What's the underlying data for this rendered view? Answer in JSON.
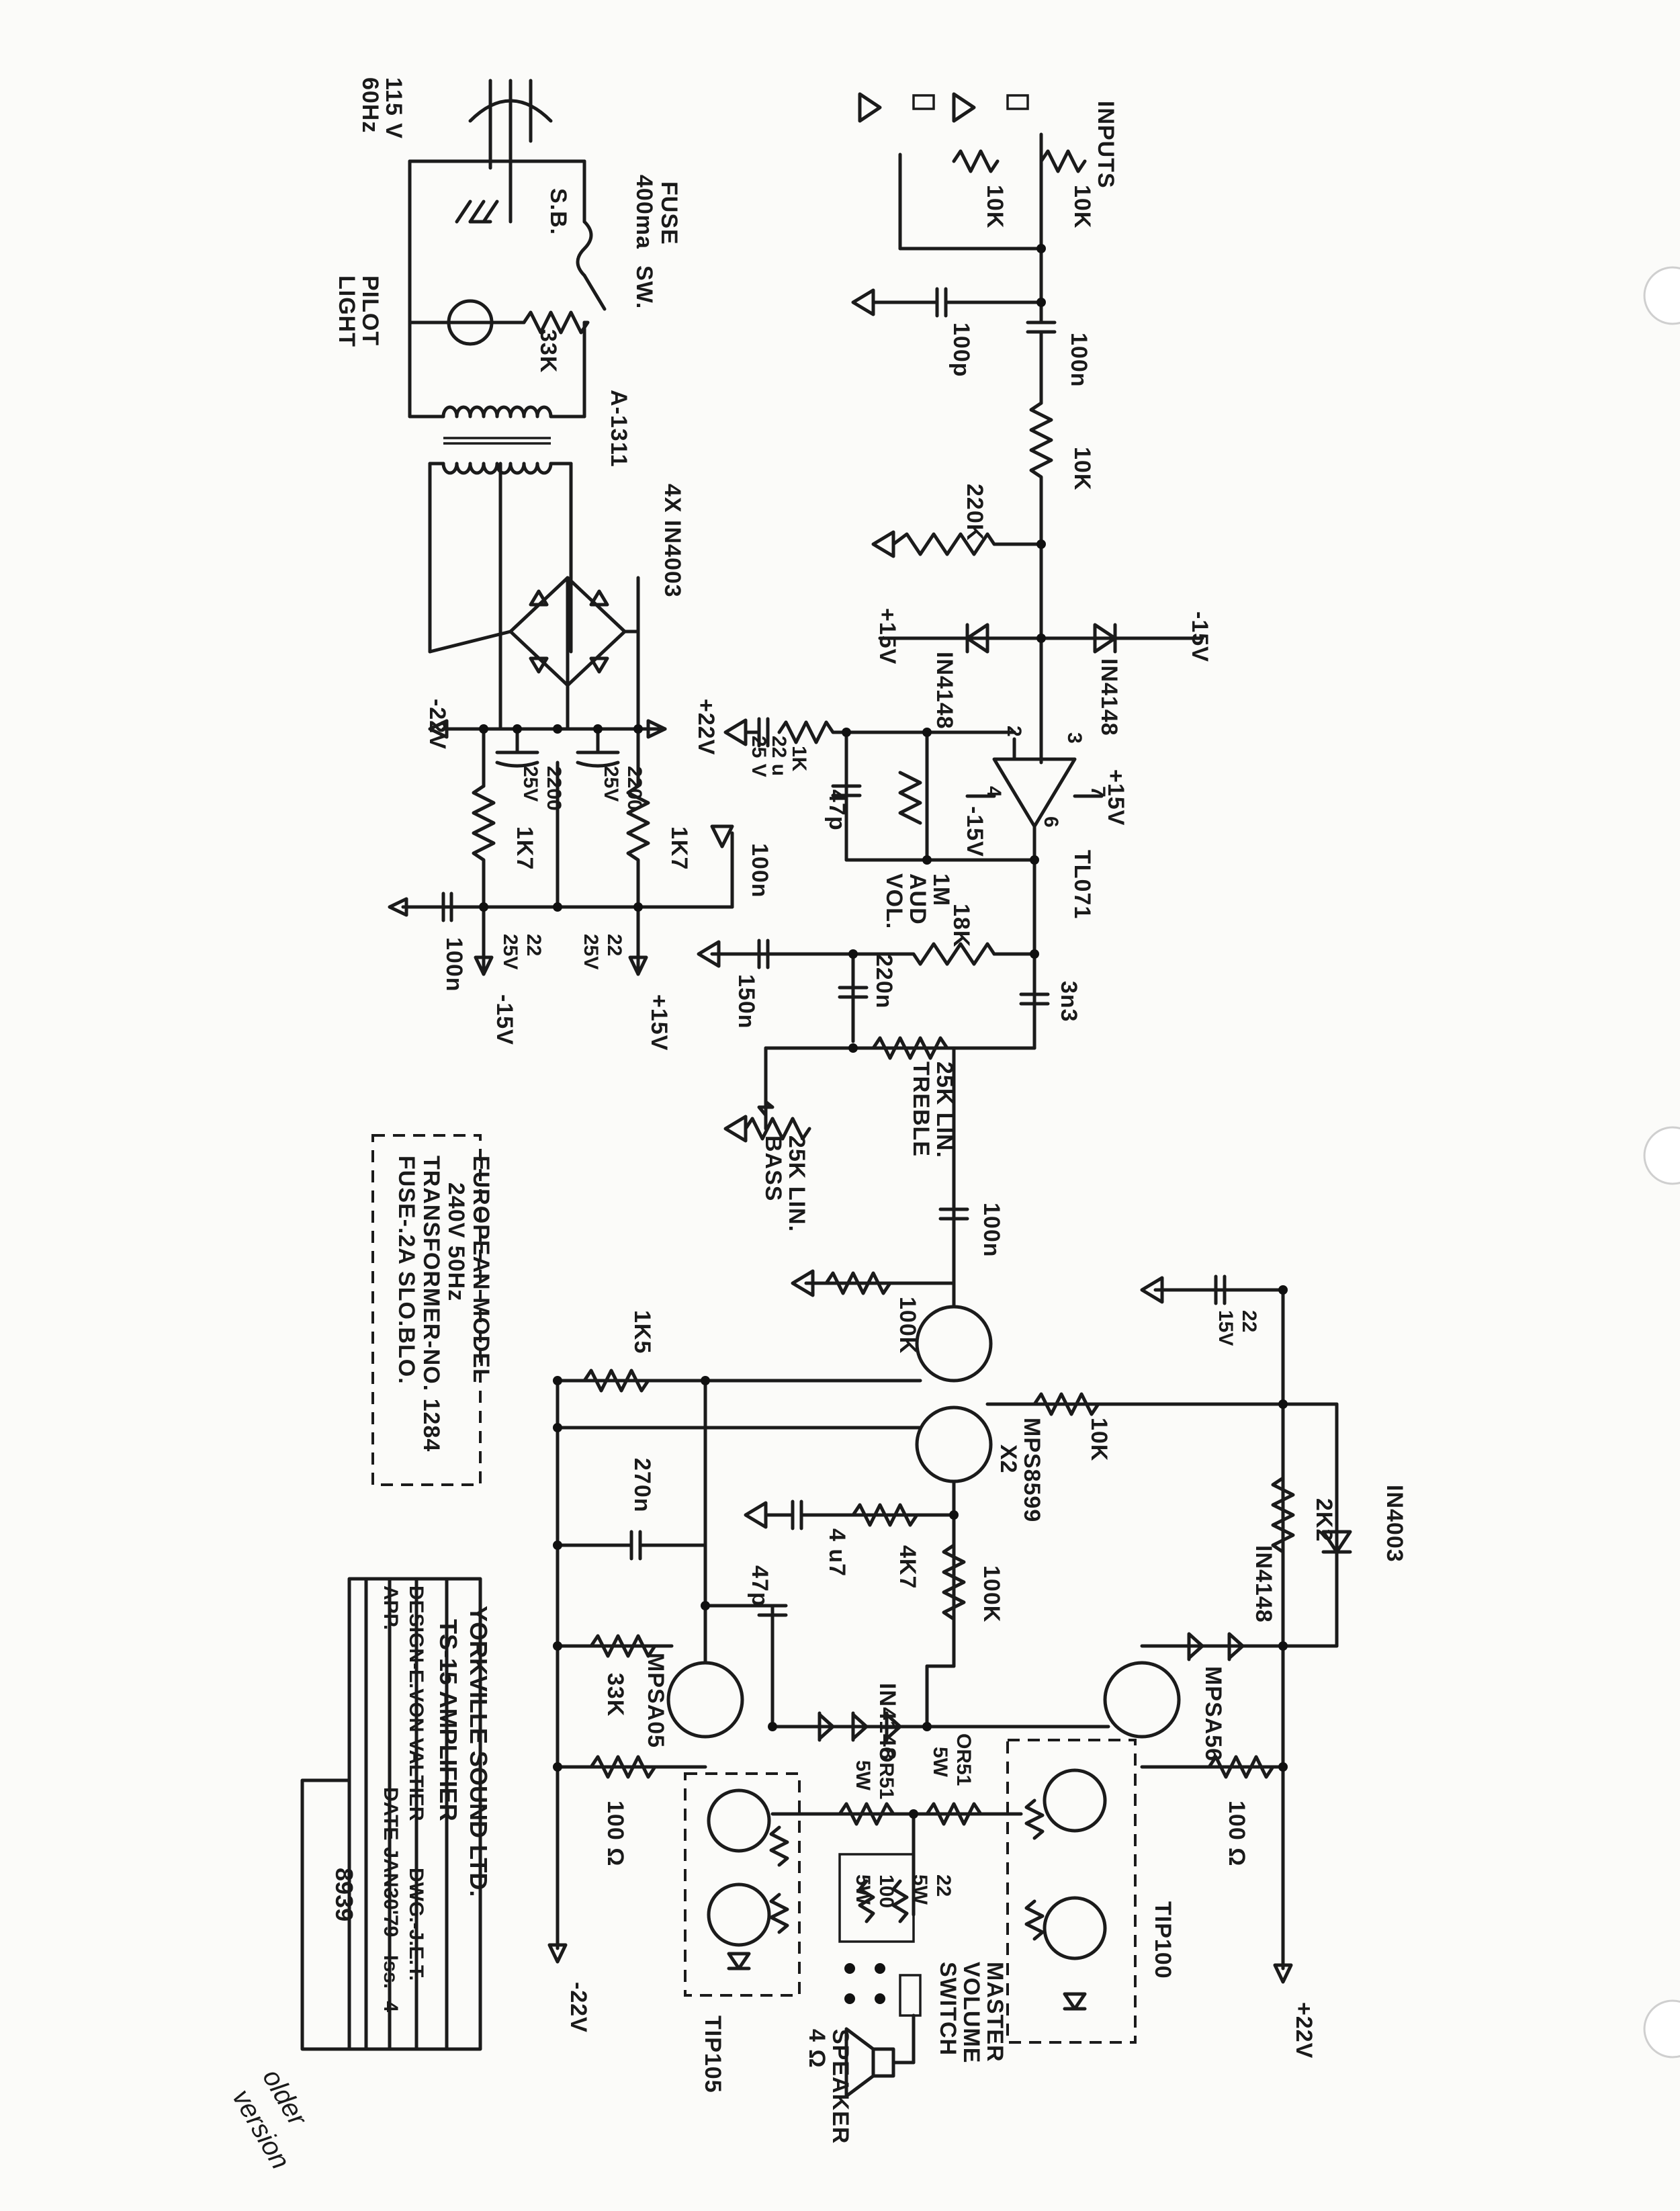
{
  "labels": {
    "mains_voltage": "115 V",
    "mains_freq": "60Hz",
    "fuse": "FUSE",
    "fuse_rating": "400ma",
    "fuse_sb": "S.B.",
    "switch": "SW.",
    "pilot_1": "PILOT",
    "pilot_2": "LIGHT",
    "r_33k_pilot": "33K",
    "transformer": "A-1311",
    "bridge": "4X IN4003",
    "inputs": "INPUTS",
    "r_10k_a": "10K",
    "r_10k_b": "10K",
    "c_100p": "100p",
    "c_100n_in": "100n",
    "r_10k_c": "10K",
    "r_220k": "220K",
    "p15v": "+15V",
    "m15v": "-15V",
    "d_in4148_a": "IN4148",
    "d_in4148_b": "IN4148",
    "r_1k": "1K",
    "c_22u": "22 u",
    "c_22u_v": "25 V",
    "pin2": "2",
    "pin3": "3",
    "pin4": "4",
    "pin6": "6",
    "pin7": "7",
    "opamp_p15": "+15V",
    "opamp_m15": "-15V",
    "c_47p": "47p",
    "vol_1": "1M",
    "vol_2": "AUD",
    "vol_3": "VOL.",
    "tl071": "TL071",
    "r_18k": "18K",
    "c_3n3": "3n3",
    "c_150n": "150n",
    "c_220n": "220n",
    "treble_1": "25K LIN.",
    "treble_2": "TREBLE",
    "bass_1": "25K LIN.",
    "bass_2": "BASS",
    "p22v": "+22V",
    "m22v": "-22V",
    "c_2200_a": "2200",
    "c_2200_a_v": "25V",
    "c_2200_b": "2200",
    "c_2200_b_v": "25V",
    "r_1k7_a": "1K7",
    "r_1k7_b": "1K7",
    "c_100n_ps": "100n",
    "c_100n_ps2": "100n",
    "c_22_a": "22",
    "c_22_a_v": "25V",
    "c_22_b": "22",
    "c_22_b_v": "25V",
    "out_m15": "-15V",
    "out_p15": "+15V",
    "c_100n_bass": "100n",
    "r_100k_a": "100K",
    "r_1k5": "1K5",
    "r_10k_d": "10K",
    "mps8599": "MPS8599",
    "x2": "X2",
    "c_22_15v": "22",
    "c_22_15v_v": "15V",
    "d_in4003": "IN4003",
    "r_2k2": "2K2",
    "d_in4148_c": "IN4148",
    "c_270n": "270n",
    "c_4u7": "4 u7",
    "r_4k7": "4K7",
    "c_47p_b": "47p",
    "r_100k_b": "100K",
    "r_33k": "33K",
    "mpsa05": "MPSA05",
    "mpsa56": "MPSA56",
    "d_in4148_d": "IN4148",
    "r_0r51_a": "OR51",
    "r_0r51_a_w": "5W",
    "r_0r51_b": "OR51",
    "r_0r51_b_w": "5W",
    "r_100_a": "100 Ω",
    "r_100_b": "100 Ω",
    "r_100_5w": "100",
    "r_100_5w_w": "5W",
    "r_22_5w": "22",
    "r_22_5w_w": "5W",
    "master_1": "MASTER",
    "master_2": "VOLUME",
    "master_3": "SWITCH",
    "speaker_1": "SPEAKER",
    "speaker_2": "4 Ω",
    "tip105": "TIP105",
    "tip100": "TIP100",
    "out_m22": "-22V",
    "out_p22": "+22V"
  },
  "european_note": {
    "line1": "EUROPEAN MODEL",
    "line2": "240V 50Hz",
    "line3": "TRANSFORMER-NO. 1284",
    "line4": "FUSE-.2A SLO.BLO."
  },
  "title_block": {
    "company": "YORKVILLE SOUND LTD.",
    "product": "TS-15 AMPLIFIER",
    "design": "DESIGN-E.VON VALTIER",
    "dwg": "DWG.-J.E.T.",
    "app": "APP.",
    "date": "DATE-JAN30'79",
    "iss": "Iss.- 4",
    "number": "8939"
  },
  "handwritten": {
    "line1": "older",
    "line2": "version"
  }
}
